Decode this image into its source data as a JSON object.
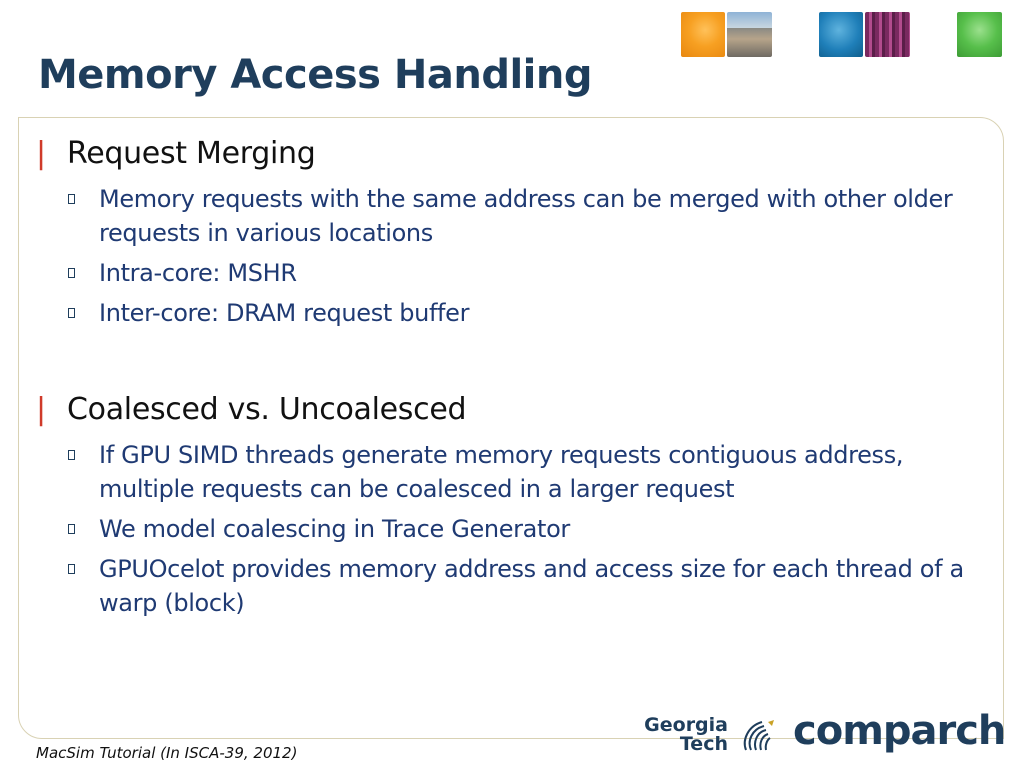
{
  "slide": {
    "title": "Memory Access Handling",
    "footer": "MacSim Tutorial (In ISCA-39, 2012)",
    "bullet_bar_glyph": "|",
    "accent_colors": {
      "title": "#1f3e5c",
      "bar_bullet": "#d03a2a",
      "subtext": "#1f3a73",
      "frame": "#d9d2b4"
    }
  },
  "sections": [
    {
      "heading": "Request Merging",
      "items": [
        "Memory requests with the same address can be merged with other older requests in various locations",
        "Intra-core: MSHR",
        "Inter-core: DRAM request buffer"
      ]
    },
    {
      "heading": "Coalesced vs. Uncoalesced",
      "items": [
        "If GPU SIMD threads generate memory requests contiguous address, multiple requests can be coalesced in a larger request",
        "We model coalescing in Trace Generator",
        "GPUOcelot provides memory address and access size for each thread of a warp (block)"
      ]
    }
  ],
  "logos": {
    "georgia_tech_line1": "Georgia",
    "georgia_tech_line2": "Tech",
    "comparch": "comparch"
  }
}
